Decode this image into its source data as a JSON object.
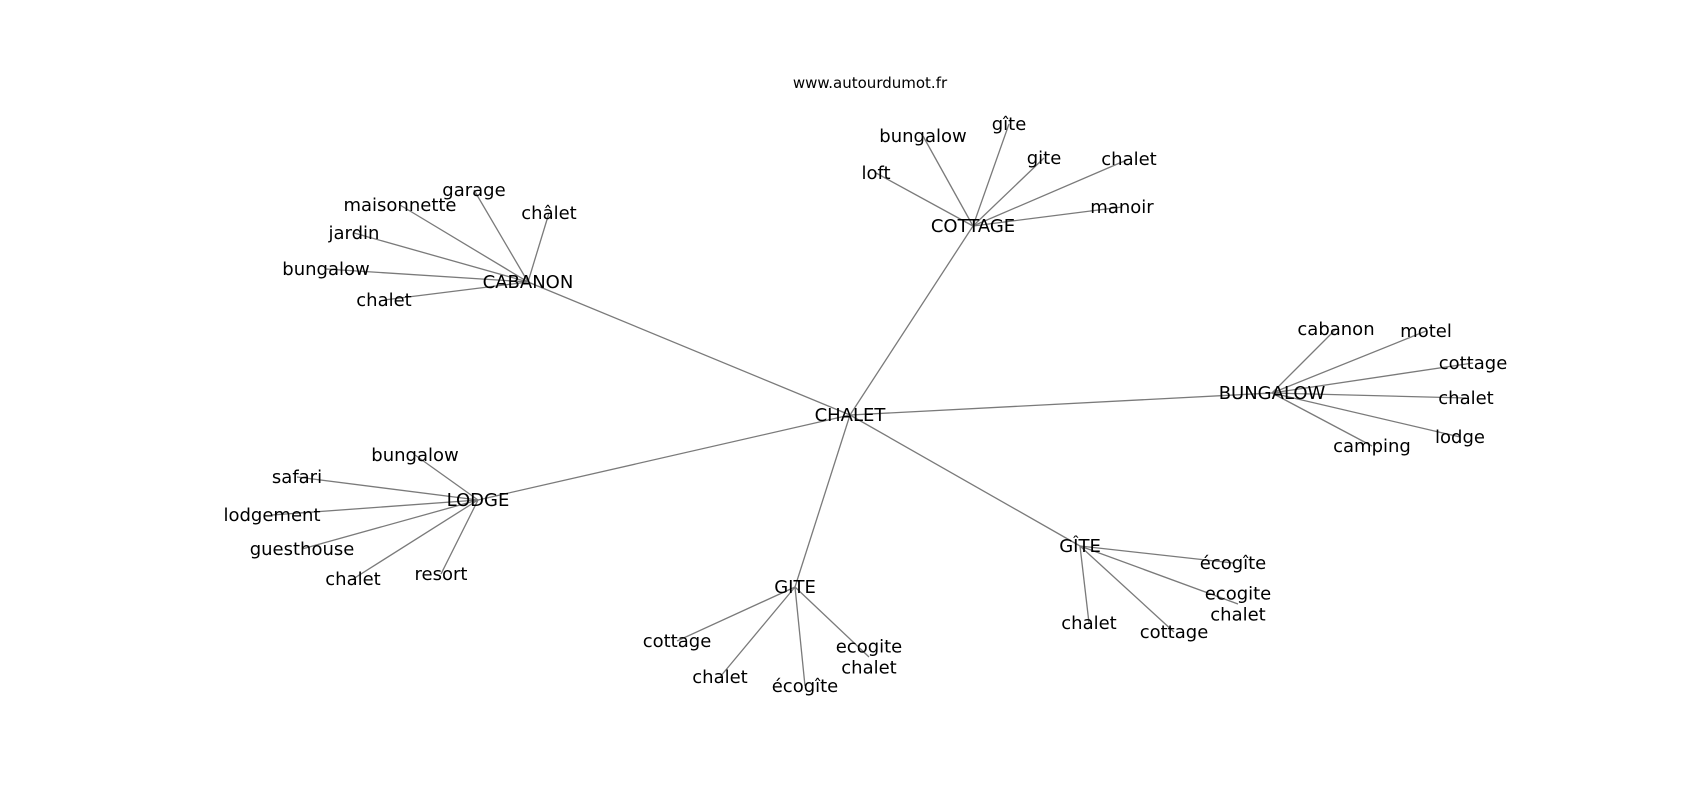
{
  "source": "www.autourdumot.fr",
  "center": "CHALET",
  "groups": [
    {
      "name": "CABANON",
      "words": [
        "garage",
        "maisonnette",
        "châlet",
        "jardin",
        "bungalow",
        "chalet"
      ]
    },
    {
      "name": "COTTAGE",
      "words": [
        "gîte",
        "bungalow",
        "gite",
        "chalet",
        "loft",
        "manoir"
      ]
    },
    {
      "name": "BUNGALOW",
      "words": [
        "cabanon",
        "motel",
        "cottage",
        "chalet",
        "lodge",
        "camping"
      ]
    },
    {
      "name": "LODGE",
      "words": [
        "bungalow",
        "safari",
        "lodgement",
        "guesthouse",
        "chalet",
        "resort"
      ]
    },
    {
      "name": "GITE",
      "words": [
        "cottage",
        "ecogite\nchalet",
        "chalet",
        "écogîte"
      ]
    },
    {
      "name": "GÎTE",
      "words": [
        "écogîte",
        "ecogite\nchalet",
        "chalet",
        "cottage"
      ]
    }
  ]
}
